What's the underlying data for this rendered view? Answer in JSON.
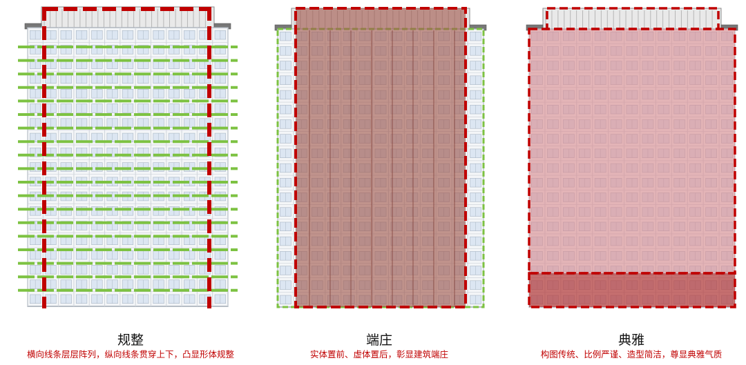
{
  "panels": [
    {
      "title": "规整",
      "description": "横向线条层层阵列，纵向线条贯穿上下，凸显形体规整"
    },
    {
      "title": "端庄",
      "description": "实体置前、虚体置后，彰显建筑端庄"
    },
    {
      "title": "典雅",
      "description": "构图传统、比例严谨、造型简洁，尊显典雅气质"
    }
  ],
  "colors": {
    "accent_red": "#c00000",
    "green_line": "#7dc242",
    "facade_blue": "#dce6f2",
    "facade_frame": "#9aa3ad",
    "overlay_brown": "#a0564a",
    "overlay_pink": "#d98a8f",
    "base_red": "#b33a3a",
    "title_text": "#111111"
  },
  "icons": []
}
